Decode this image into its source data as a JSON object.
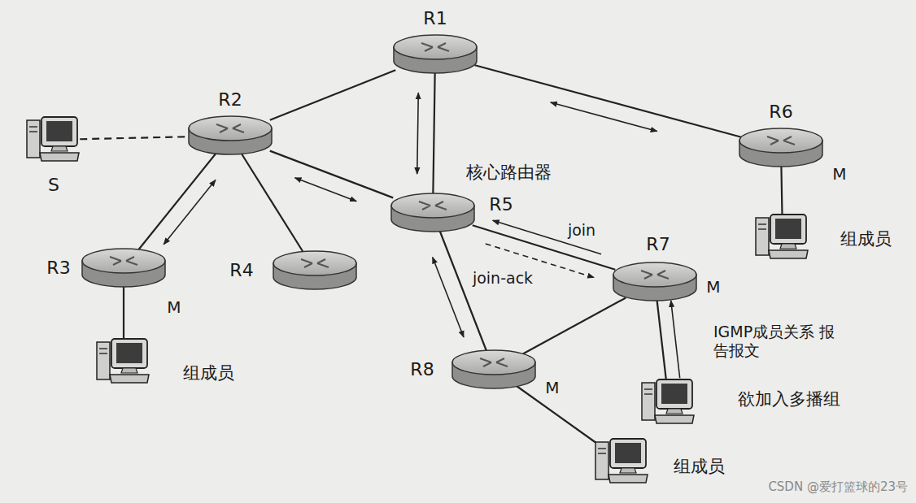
{
  "diagram": {
    "nodes": [
      {
        "text": [
          "R1"
        ]
      },
      {
        "text": [
          "R2"
        ]
      },
      {
        "text": [
          "S"
        ]
      },
      {
        "text": [
          "R6",
          "M"
        ]
      },
      {
        "text": [
          "核心路由器",
          "R5"
        ]
      },
      {
        "text": [
          "R3",
          "M"
        ]
      },
      {
        "text": [
          "R4"
        ]
      },
      {
        "text": [
          "R7",
          "M"
        ]
      },
      {
        "text": [
          "R8",
          "M"
        ]
      },
      {
        "text": [
          "组成员"
        ]
      },
      {
        "text": [
          "组成员"
        ]
      },
      {
        "text": [
          "欲加入多播组"
        ]
      },
      {
        "text": [
          "组成员"
        ]
      }
    ],
    "edges": [
      {
        "from": 0,
        "to": 1,
        "arrow": "none"
      },
      {
        "from": 0,
        "to": 4,
        "arrow": "none"
      },
      {
        "from": 0,
        "to": 3,
        "arrow": "none"
      },
      {
        "from": 2,
        "to": 1,
        "arrow": "none"
      },
      {
        "from": 1,
        "to": 5,
        "arrow": "none"
      },
      {
        "from": 1,
        "to": 6,
        "arrow": "none"
      },
      {
        "from": 1,
        "to": 4,
        "arrow": "none"
      },
      {
        "from": 4,
        "to": 7,
        "arrow": "none"
      },
      {
        "from": 4,
        "to": 8,
        "arrow": "none"
      },
      {
        "from": 7,
        "to": 8,
        "arrow": "none"
      },
      {
        "from": 5,
        "to": 10,
        "arrow": "none"
      },
      {
        "from": 3,
        "to": 9,
        "arrow": "none"
      },
      {
        "from": 7,
        "to": 11,
        "arrow": "none"
      },
      {
        "from": 8,
        "to": 12,
        "arrow": "none"
      },
      {
        "from": 0,
        "to": 4,
        "arrow": "both"
      },
      {
        "from": 0,
        "to": 3,
        "arrow": "both"
      },
      {
        "from": 1,
        "to": 5,
        "arrow": "both"
      },
      {
        "from": 1,
        "to": 4,
        "arrow": "both"
      },
      {
        "from": 4,
        "to": 8,
        "arrow": "both"
      },
      {
        "from": 7,
        "to": 4,
        "label": "join",
        "arrow": "to"
      },
      {
        "from": 4,
        "to": 7,
        "label": "join-ack",
        "arrow": "to"
      },
      {
        "from": 11,
        "to": 7,
        "label": "IGMP成员关系 报告报文",
        "arrow": "to"
      }
    ],
    "labels": [
      "CSDN @爱打篮球的23号"
    ]
  }
}
